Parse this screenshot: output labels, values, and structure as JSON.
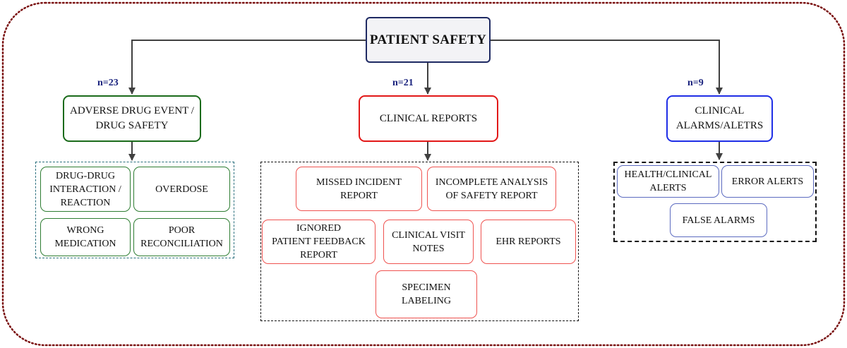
{
  "colors": {
    "frame": "#7a1010",
    "connector": "#404040",
    "count_text": "#1a237e",
    "branch_adverse": "#1b6b1b",
    "branch_reports": "#e21818",
    "branch_alarms": "#1f2ee6",
    "group_adverse": "#2a6f7d",
    "group_reports": "#111111",
    "group_alarms": "#111111"
  },
  "root": {
    "label": "PATIENT SAFETY"
  },
  "branches": [
    {
      "count": "n=23",
      "label": "ADVERSE DRUG EVENT /\nDRUG SAFETY",
      "items": [
        "DRUG-DRUG\nINTERACTION /\nREACTION",
        "OVERDOSE",
        "WRONG\nMEDICATION",
        "POOR\nRECONCILIATION"
      ]
    },
    {
      "count": "n=21",
      "label": "CLINICAL REPORTS",
      "items": [
        "MISSED INCIDENT\nREPORT",
        "INCOMPLETE ANALYSIS\nOF SAFETY REPORT",
        "IGNORED\nPATIENT FEEDBACK\nREPORT",
        "CLINICAL VISIT\nNOTES",
        "EHR REPORTS",
        "SPECIMEN\nLABELING"
      ]
    },
    {
      "count": "n=9",
      "label": "CLINICAL\nALARMS/ALETRS",
      "items": [
        "HEALTH/CLINICAL\nALERTS",
        "ERROR ALERTS",
        "FALSE ALARMS"
      ]
    }
  ]
}
